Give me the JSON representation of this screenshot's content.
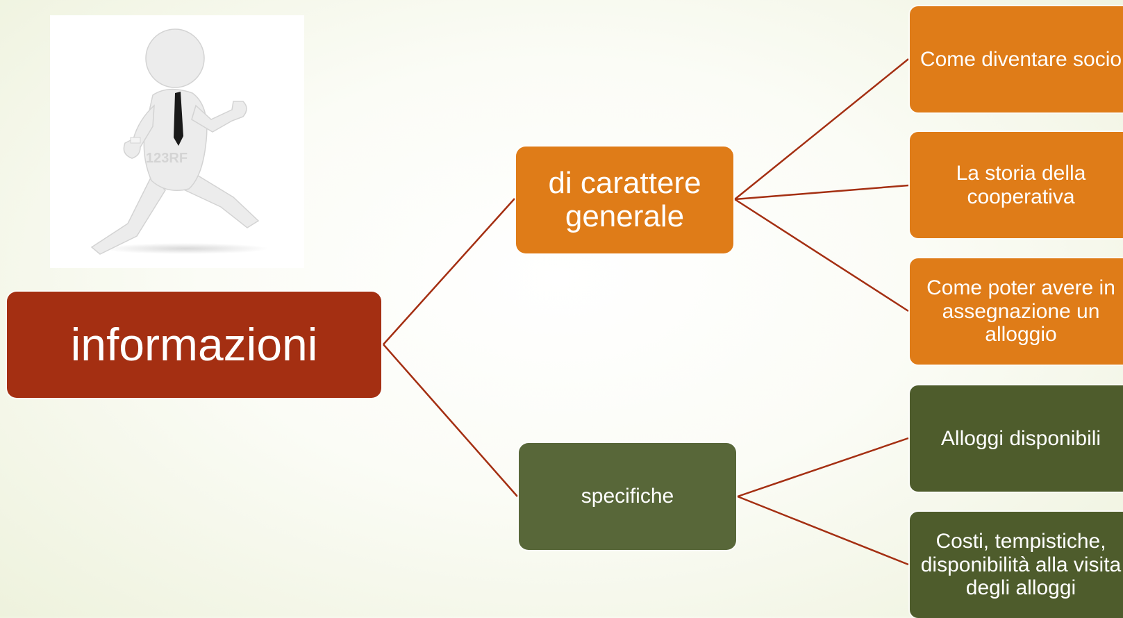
{
  "colors": {
    "root": "#a42f12",
    "general": "#df7c18",
    "specific": "#4e5c2c",
    "connector": "#a42f12"
  },
  "image": {
    "name": "running-businessman-figure",
    "watermark": "123RF"
  },
  "root": {
    "label": "informazioni"
  },
  "branches": [
    {
      "label": "di carattere generale",
      "children": [
        "Come diventare socio",
        "La storia della cooperativa",
        "Come poter avere in assegnazione un alloggio"
      ]
    },
    {
      "label": "specifiche",
      "children": [
        "Alloggi disponibili",
        "Costi, tempistiche, disponibilità alla visita degli alloggi"
      ]
    }
  ]
}
